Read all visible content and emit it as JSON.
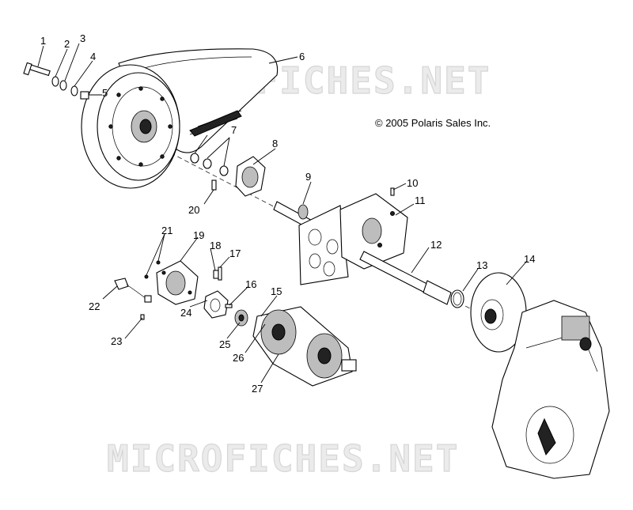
{
  "copyright": "© 2005 Polaris Sales Inc.",
  "watermark_top": "MICROFICHES.NET",
  "watermark_bottom": "MICROFICHES.NET",
  "callouts": [
    "1",
    "2",
    "3",
    "4",
    "5",
    "6",
    "7",
    "8",
    "9",
    "10",
    "11",
    "12",
    "13",
    "14",
    "15",
    "16",
    "17",
    "18",
    "19",
    "20",
    "21",
    "22",
    "23",
    "24",
    "25",
    "26",
    "27"
  ]
}
